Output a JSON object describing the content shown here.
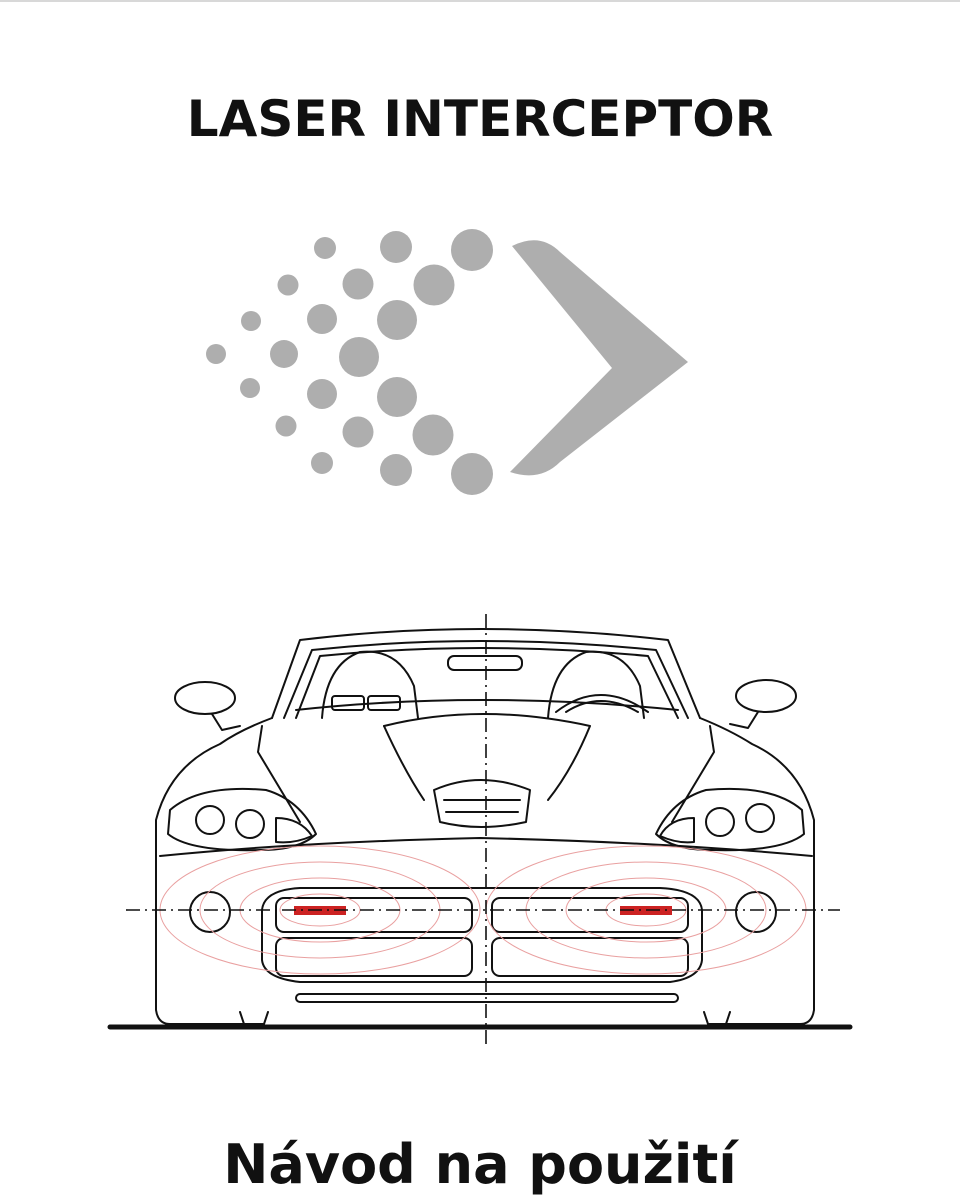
{
  "document": {
    "title": "LASER INTERCEPTOR",
    "subtitle": "Návod na použití"
  },
  "colors": {
    "logo_gray": "#aeaeae",
    "line": "#111111",
    "laser_red": "#cc2222",
    "wave_pink": "#e9a0a0"
  },
  "logo": {
    "icon": "dots-chevron-logo"
  },
  "illustration": {
    "icon": "car-front-line-drawing"
  }
}
